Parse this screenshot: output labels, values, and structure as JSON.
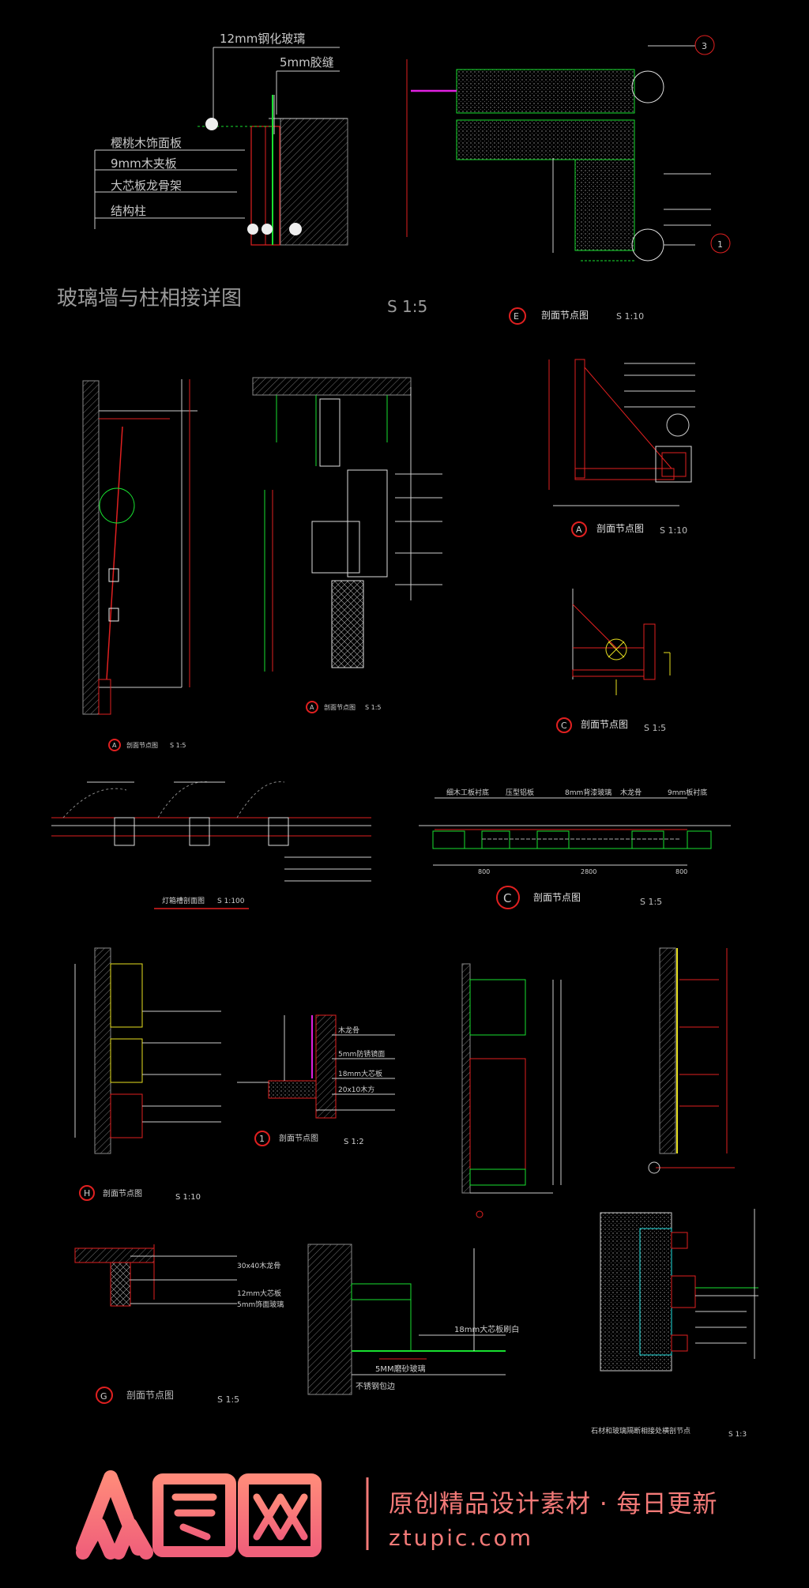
{
  "top_detail": {
    "title": "玻璃墙与柱相接详图",
    "scale": "S 1:5",
    "labels": {
      "glass": "12mm钢化玻璃",
      "joint": "5mm胶缝",
      "items": [
        "樱桃木饰面板",
        "9mm木夹板",
        "大芯板龙骨架",
        "结构柱"
      ]
    }
  },
  "sections": {
    "E": {
      "letter": "E",
      "title": "剖面节点图",
      "scale": "S 1:10"
    },
    "A_top": {
      "letter": "A",
      "title": "剖面节点图",
      "scale": "S 1:10"
    },
    "C_top": {
      "letter": "C",
      "title": "剖面节点图",
      "scale": "S 1:5"
    },
    "A_left": {
      "letter": "A",
      "title": "剖面节点图",
      "scale": "S 1:5"
    },
    "A_mid": {
      "letter": "A",
      "title": "剖面节点图",
      "scale": "S 1:5"
    },
    "lightbox": {
      "title": "灯箱槽剖面图",
      "scale": "S 1:100"
    },
    "C_mid": {
      "letter": "C",
      "title": "剖面节点图",
      "scale": "S 1:5",
      "labels": [
        "细木工板衬底",
        "压型铝板",
        "8mm背漆玻璃",
        "木龙骨",
        "9mm板衬底"
      ],
      "dims": [
        "800",
        "2800",
        "800"
      ]
    },
    "H": {
      "letter": "H",
      "title": "剖面节点图",
      "scale": "S 1:10"
    },
    "I": {
      "letter": "1",
      "title": "剖面节点图",
      "scale": "S 1:2",
      "labels": [
        "木龙骨",
        "5mm防锈镜面",
        "18mm大芯板",
        "20x10木方"
      ]
    },
    "G": {
      "letter": "G",
      "title": "剖面节点图",
      "scale": "S 1:5",
      "labels": [
        "30x40木龙骨",
        "12mm大芯板",
        "5mm饰面玻璃"
      ]
    },
    "mid_bottom": {
      "labels": [
        "5MM磨砂玻璃",
        "不锈钢包边",
        "18mm大芯板刷白"
      ]
    },
    "right_bottom": {
      "title": "石材和玻璃隔断相接处横剖节点",
      "scale": "S 1:3"
    }
  },
  "circle_tags": [
    "3",
    "1"
  ],
  "watermark": {
    "logo": "众图网",
    "tagline": "原创精品设计素材 · 每日更新",
    "site": "ztupic.com"
  },
  "colors": {
    "red": "#e02020",
    "green": "#18e030",
    "yellow": "#e8e020",
    "gray": "#9a9a9a",
    "cyan": "#20e0e0",
    "magenta": "#e020e0",
    "watermark": "#f47a78"
  }
}
